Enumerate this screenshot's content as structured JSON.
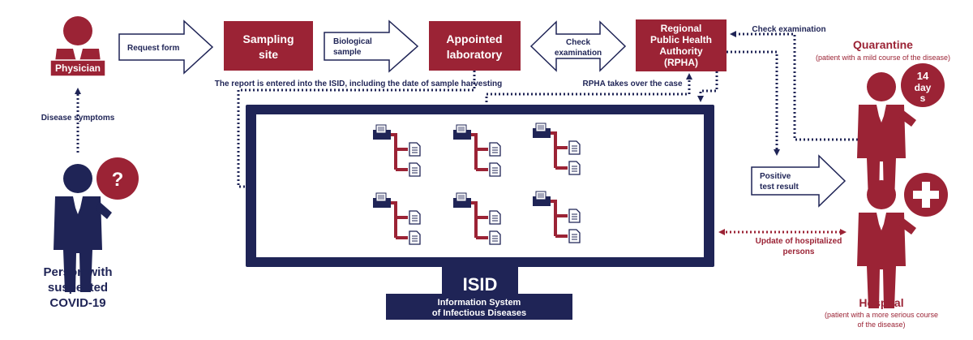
{
  "nodes": {
    "physician": "Physician",
    "sampling_site": [
      "Sampling",
      "site"
    ],
    "appointed_laboratory": [
      "Appointed",
      "laboratory"
    ],
    "rpha": [
      "Regional",
      "Public Health",
      "Authority",
      "(RPHA)"
    ],
    "person": [
      "Person with",
      "suspected",
      "COVID-19"
    ],
    "question_mark": "?",
    "quarantine_title": "Quarantine",
    "quarantine_note": "(patient with a mild course of the disease)",
    "quarantine_days": [
      "14",
      "day",
      "s"
    ],
    "hospital_title": "Hospital",
    "hospital_note": [
      "(patient with a more serious course",
      "of the disease)"
    ],
    "isid_title": "ISID",
    "isid_subtitle": [
      "Information System",
      "of Infectious Diseases"
    ]
  },
  "arrows": {
    "request_form": "Request form",
    "biological_sample": [
      "Biological",
      "sample"
    ],
    "check_examination_double": [
      "Check",
      "examination"
    ],
    "positive_test_result": [
      "Positive",
      "test result"
    ]
  },
  "annotations": {
    "disease_symptoms": "Disease symptoms",
    "report_entered": "The report is entered into the ISID, including the date of sample harvesting",
    "rpha_takes_over": "RPHA takes over the case",
    "check_examination_top": "Check examination",
    "update_hospitalized": [
      "Update of hospitalized",
      "persons"
    ]
  },
  "colors": {
    "crimson": "#9b2335",
    "navy": "#1f2456",
    "white": "#ffffff"
  },
  "icons": [
    "folder-tree-icon",
    "person-icon",
    "plus-icon",
    "question-icon"
  ]
}
